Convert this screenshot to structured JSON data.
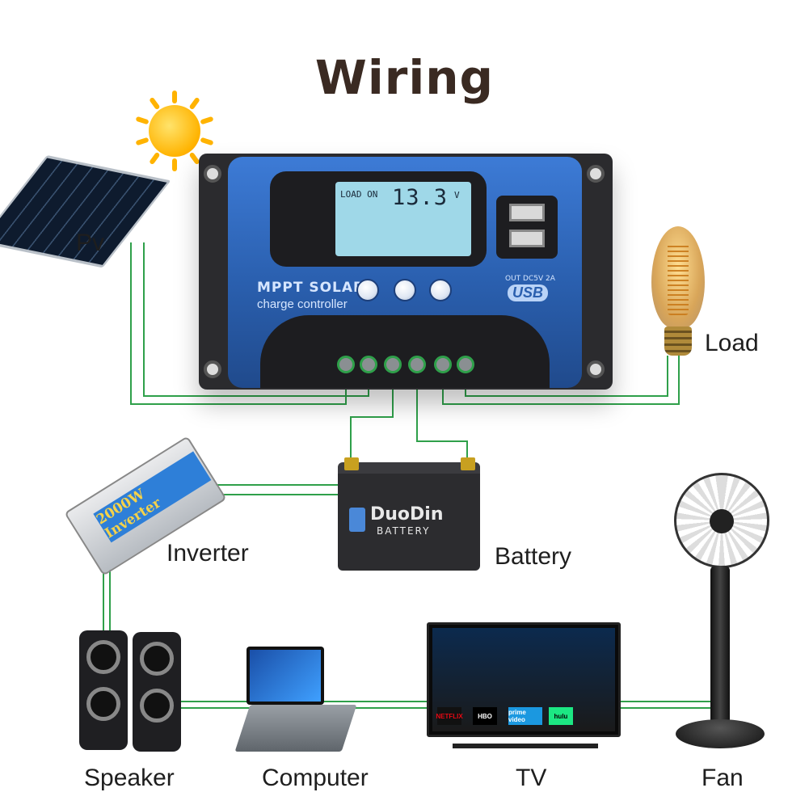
{
  "title": "Wiring",
  "labels": {
    "pv": "Pv",
    "load": "Load",
    "inverter": "Inverter",
    "battery": "Battery",
    "speaker": "Speaker",
    "computer": "Computer",
    "tv": "TV",
    "fan": "Fan"
  },
  "controller": {
    "lcd_status": "LOAD ON",
    "lcd_value": "13.3",
    "lcd_unit": "V",
    "brand_line1": "MPPT SOLAR",
    "brand_line2": "charge controller",
    "usb_out": "OUT DC5V 2A",
    "usb_logo": "USB"
  },
  "battery_device": {
    "brand": "DuoDin",
    "sub": "BATTERY"
  },
  "inverter_device": {
    "band": "2000W Inverter"
  },
  "tv_device": {
    "apps": [
      "NETFLIX",
      "HBO",
      "prime video",
      "hulu"
    ]
  },
  "colors": {
    "wire": "#2fa04a",
    "controller_blue": "#3d7bd6",
    "title": "#3a2a22"
  }
}
